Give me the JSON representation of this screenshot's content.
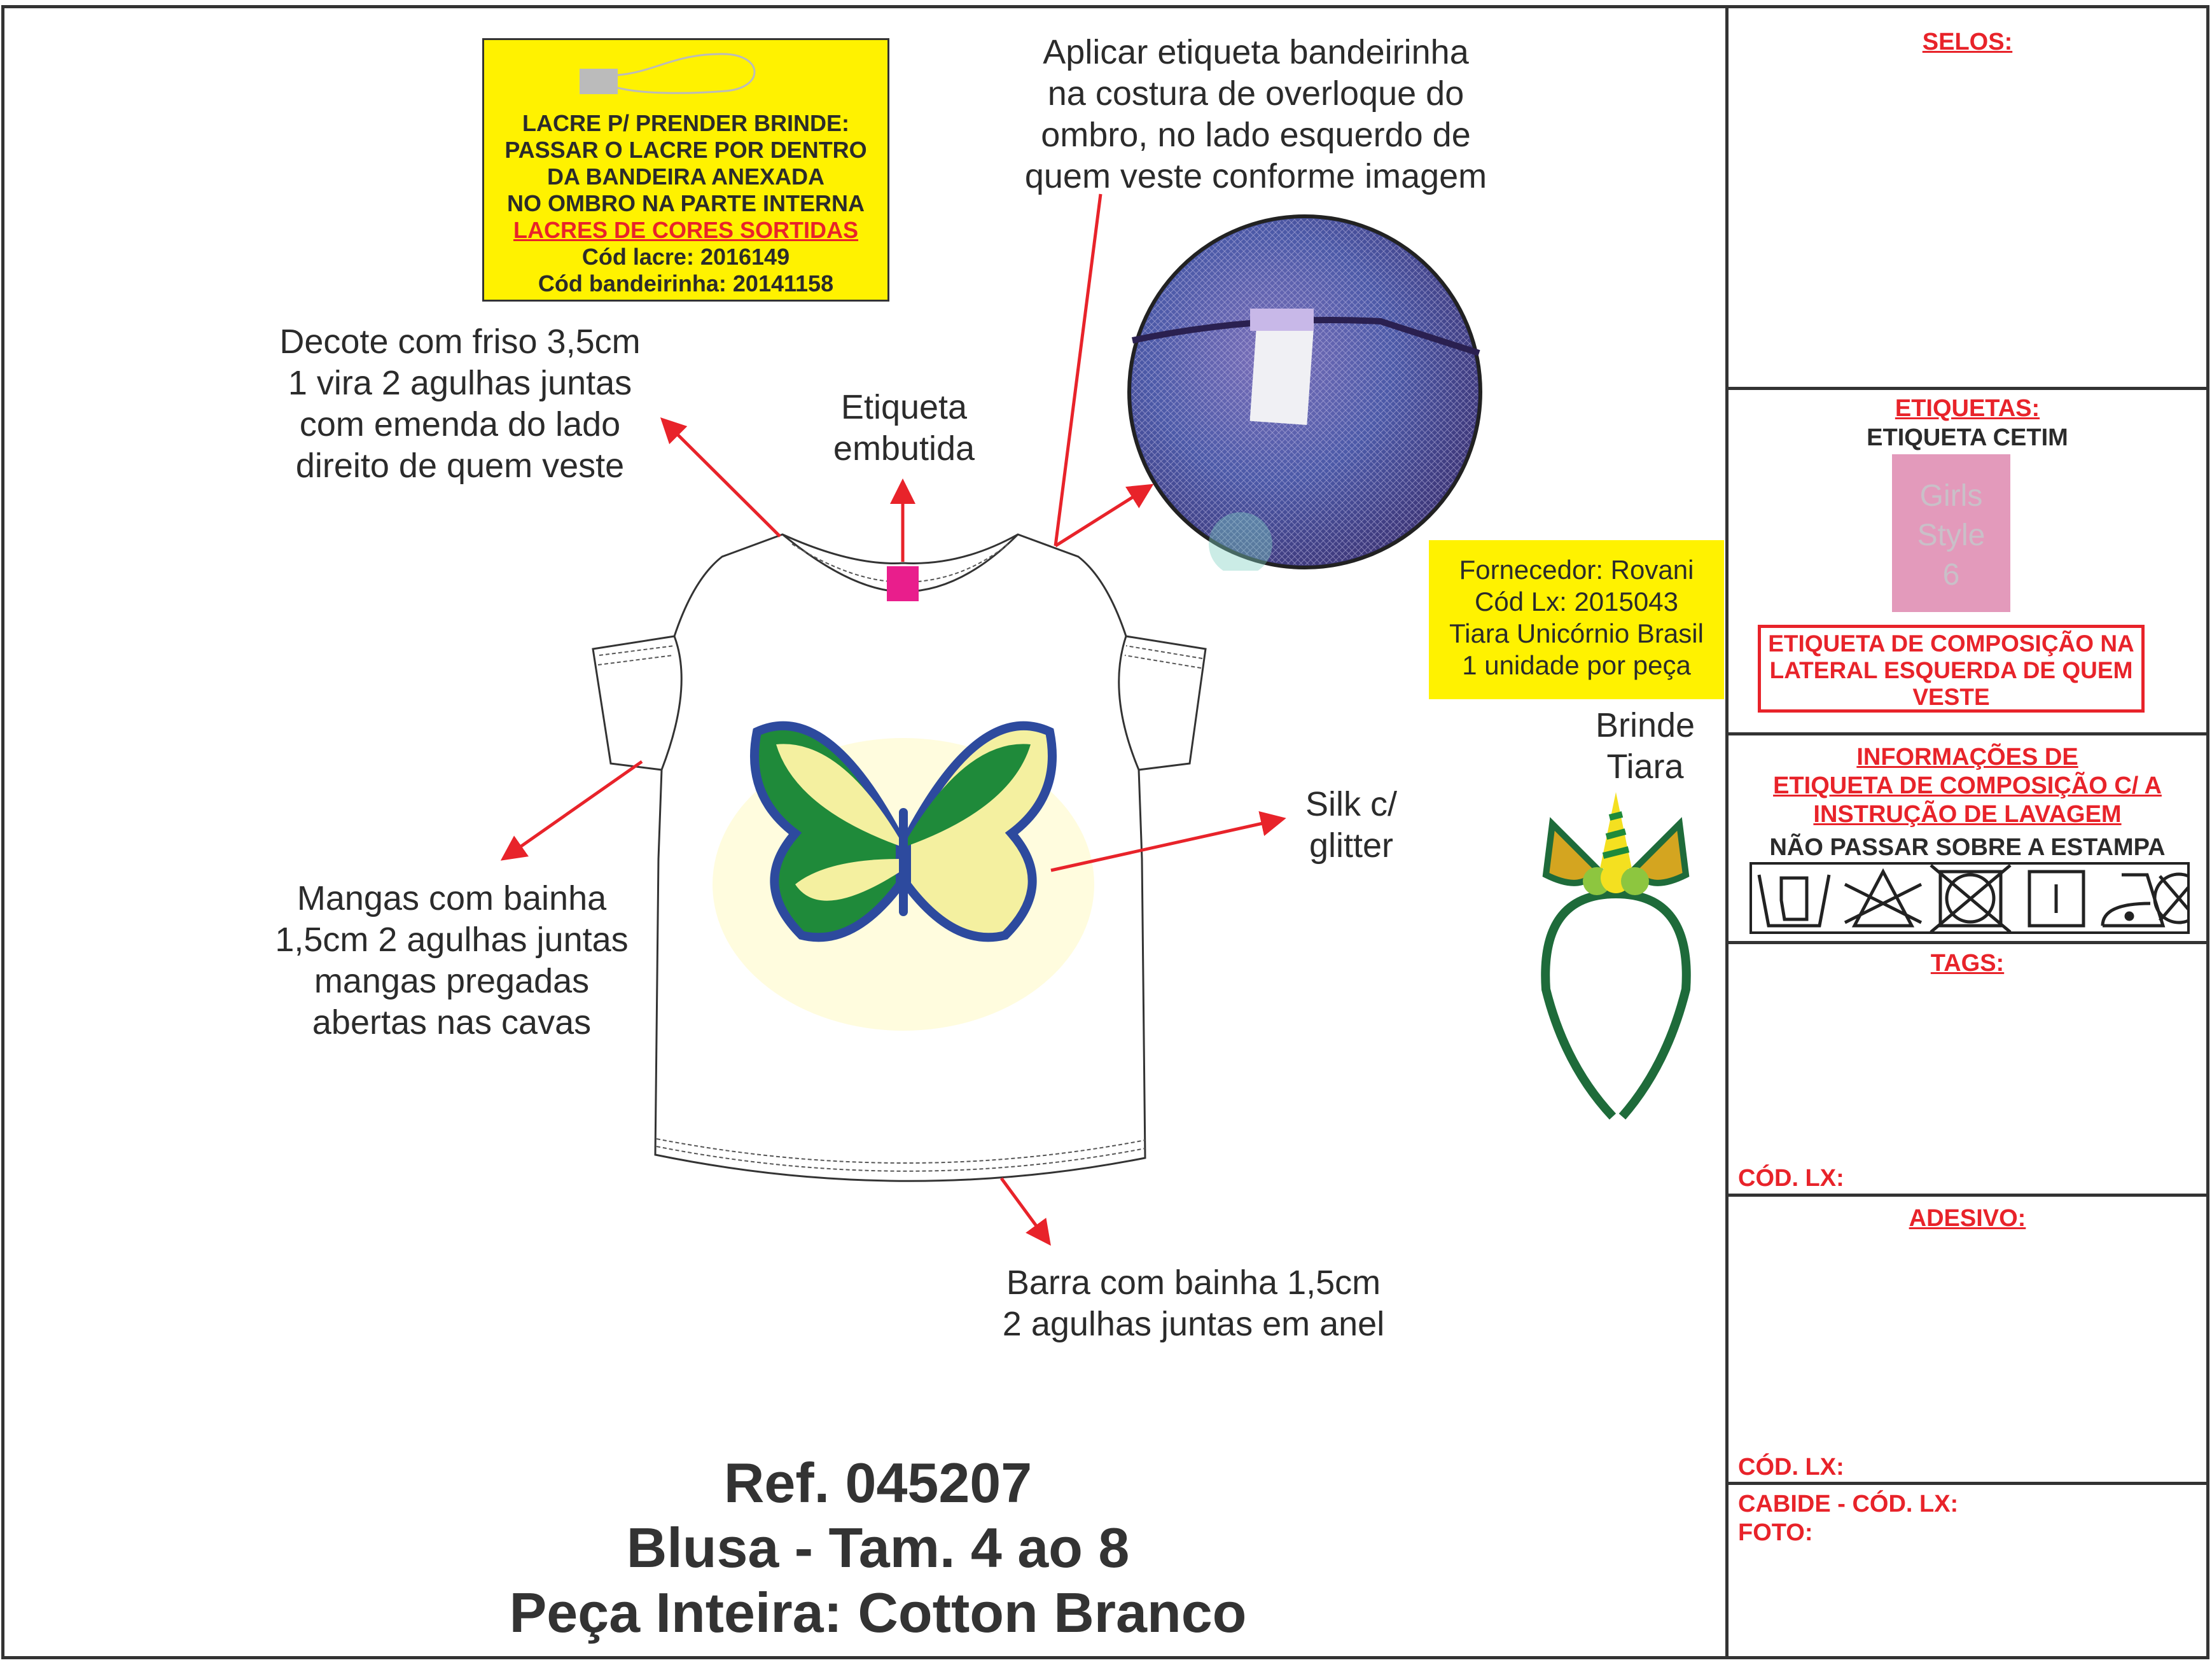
{
  "lacre_box": {
    "lines": [
      "LACRE P/ PRENDER BRINDE:",
      "PASSAR O LACRE POR DENTRO",
      "DA BANDEIRA ANEXADA",
      "NO OMBRO NA PARTE INTERNA"
    ],
    "highlight": "LACRES DE CORES SORTIDAS",
    "cod_lacre": "Cód lacre: 2016149",
    "cod_bandeirinha": "Cód bandeirinha: 20141158"
  },
  "notes": {
    "bandeirinha": [
      "Aplicar etiqueta bandeirinha",
      "na costura de overloque do",
      "ombro, no lado esquerdo de",
      "quem veste conforme imagem"
    ],
    "decote": [
      "Decote com friso 3,5cm",
      "1 vira 2 agulhas juntas",
      "com emenda do lado",
      "direito de quem veste"
    ],
    "etiqueta": [
      "Etiqueta",
      "embutida"
    ],
    "mangas": [
      "Mangas com bainha",
      "1,5cm 2 agulhas juntas",
      "mangas pregadas",
      "abertas nas cavas"
    ],
    "silk": [
      "Silk c/",
      "glitter"
    ],
    "barra": [
      "Barra com bainha 1,5cm",
      "2 agulhas juntas em anel"
    ],
    "brinde": [
      "Brinde",
      "Tiara"
    ]
  },
  "fornecedor_box": [
    "Fornecedor: Rovani",
    "Cód Lx: 2015043",
    "Tiara Unicórnio Brasil",
    "1 unidade por peça"
  ],
  "title": [
    "Ref. 045207",
    "Blusa - Tam. 4 ao 8",
    "Peça Inteira: Cotton Branco"
  ],
  "panel": {
    "selos": "SELOS:",
    "etiquetas": "ETIQUETAS:",
    "etiqueta_cetim": "ETIQUETA CETIM",
    "cetim_label": [
      "Girls",
      "Style",
      "6"
    ],
    "composicao_box": [
      "ETIQUETA DE COMPOSIÇÃO NA",
      "LATERAL ESQUERDA DE QUEM",
      "VESTE"
    ],
    "informacoes": [
      "INFORMAÇÕES DE",
      "ETIQUETA DE COMPOSIÇÃO C/ A",
      "INSTRUÇÃO DE LAVAGEM"
    ],
    "nao_passar": "NÃO PASSAR SOBRE A ESTAMPA",
    "tags": "TAGS:",
    "cod_lx_1": "CÓD. LX:",
    "adesivo": "ADESIVO:",
    "cod_lx_2": "CÓD. LX:",
    "cabide": "CABIDE - CÓD. LX:",
    "foto": "FOTO:"
  },
  "colors": {
    "red": "#e8232a",
    "yellow": "#fff200",
    "magenta": "#e91e8c",
    "pink_label": "#e39abb"
  }
}
